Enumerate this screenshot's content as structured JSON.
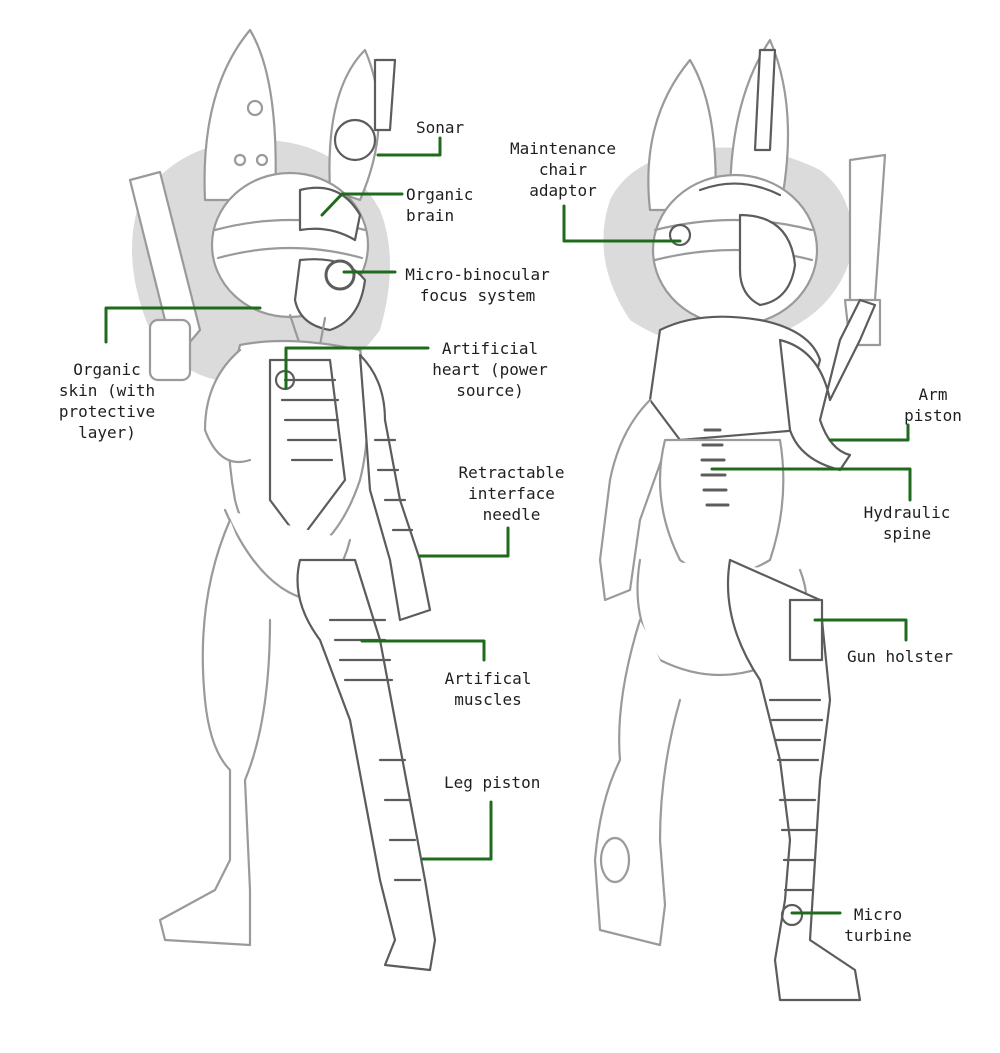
{
  "colors": {
    "leader_line": "#1e6b1e",
    "sketch_line": "#9a9a9a",
    "shadow": "#bdbdbd",
    "mechanical": "#5c5c5c",
    "label_text": "#1f1f1f",
    "background": "#ffffff"
  },
  "labels": {
    "sonar": "Sonar",
    "organic_brain": "Organic\nbrain",
    "micro_binocular": "Micro-binocular\nfocus system",
    "organic_skin": "Organic\nskin (with\nprotective\nlayer)",
    "artificial_heart": "Artificial\nheart (power\nsource)",
    "retractable_needle": "Retractable\ninterface\nneedle",
    "artifical_muscles": "Artifical\nmuscles",
    "leg_piston": "Leg piston",
    "maintenance_chair": "Maintenance\nchair\nadaptor",
    "arm_piston": "Arm\npiston",
    "hydraulic_spine": "Hydraulic\nspine",
    "gun_holster": "Gun holster",
    "micro_turbine": "Micro\nturbine"
  }
}
